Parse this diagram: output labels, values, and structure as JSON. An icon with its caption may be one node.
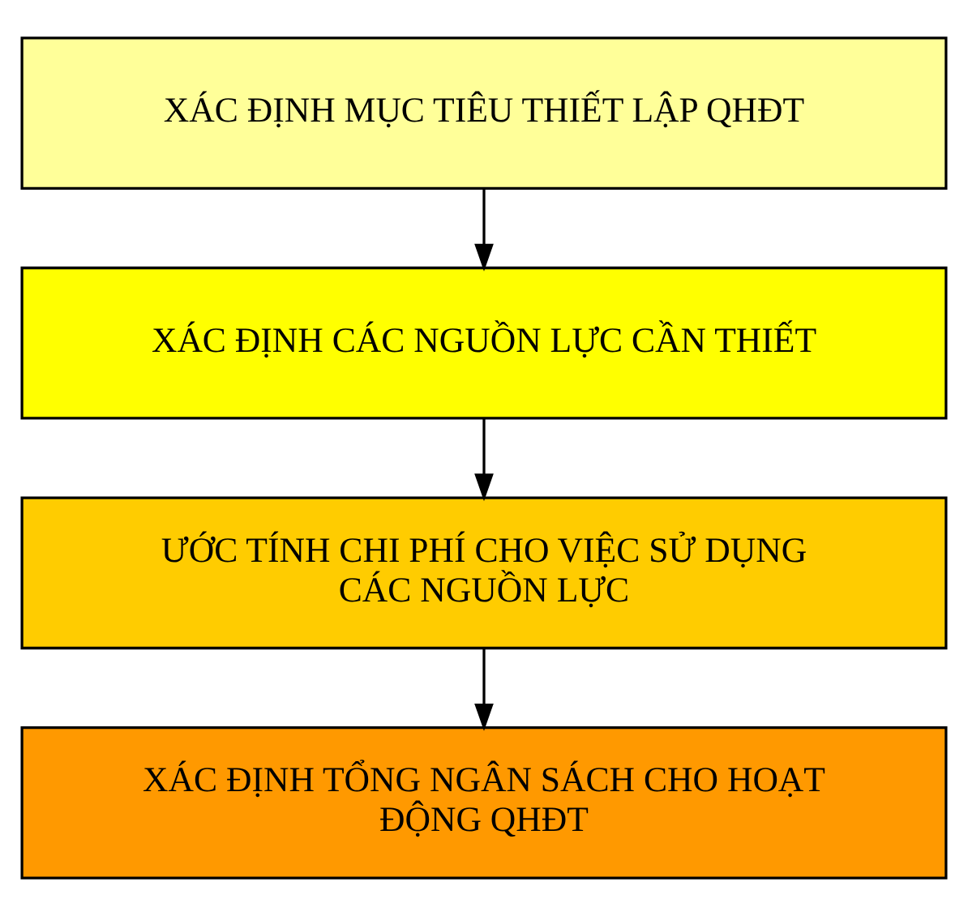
{
  "diagram": {
    "nodes": [
      {
        "text": [
          "XÁC ĐỊNH MỤC TIÊU THIẾT LẬP QHĐT"
        ]
      },
      {
        "text": [
          "XÁC ĐỊNH CÁC NGUỒN LỰC CẦN THIẾT"
        ]
      },
      {
        "text": [
          "ƯỚC TÍNH CHI PHÍ CHO VIỆC SỬ DỤNG CÁC NGUỒN LỰC"
        ]
      },
      {
        "text": [
          "XÁC ĐỊNH TỔNG NGÂN SÁCH CHO HOẠT ĐỘNG QHĐT"
        ]
      }
    ],
    "edges": [
      {
        "from": 0,
        "to": 1,
        "arrow": "to"
      },
      {
        "from": 1,
        "to": 2,
        "arrow": "to"
      },
      {
        "from": 2,
        "to": 3,
        "arrow": "to"
      }
    ]
  }
}
